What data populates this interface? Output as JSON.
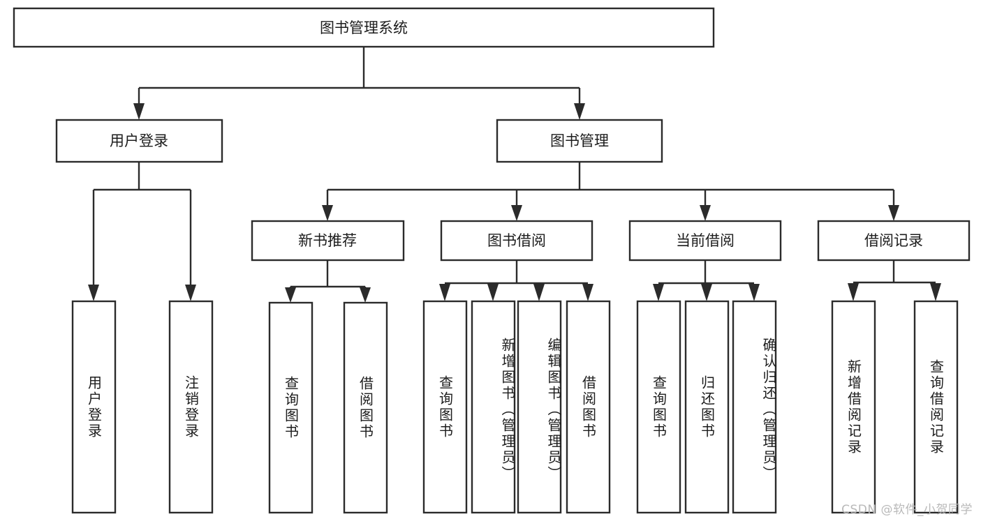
{
  "diagram": {
    "type": "tree-hierarchy-chart",
    "title": "图书管理系统",
    "watermark": "CSDN @软件_小贺同学",
    "colors": {
      "stroke": "#2b2b2b",
      "box_fill": "#ffffff",
      "text": "#1c1c1c",
      "background": "#ffffff",
      "watermark": "#b9b9b9"
    },
    "root": {
      "label": "图书管理系统"
    },
    "level2": [
      {
        "label": "用户登录"
      },
      {
        "label": "图书管理"
      }
    ],
    "level3": [
      {
        "label": "新书推荐"
      },
      {
        "label": "图书借阅"
      },
      {
        "label": "当前借阅"
      },
      {
        "label": "借阅记录"
      }
    ],
    "leaves": {
      "user_login": [
        {
          "label": "用户登录"
        },
        {
          "label": "注销登录"
        }
      ],
      "new_book": [
        {
          "label": "查询图书"
        },
        {
          "label": "借阅图书"
        }
      ],
      "book_borrow": [
        {
          "label": "查询图书"
        },
        {
          "label": "新增图书（管理员）"
        },
        {
          "label": "编辑图书（管理员）"
        },
        {
          "label": "借阅图书"
        }
      ],
      "current_borrow": [
        {
          "label": "查询图书"
        },
        {
          "label": "归还图书"
        },
        {
          "label": "确认归还（管理员）"
        }
      ],
      "borrow_record": [
        {
          "label": "新增借阅记录"
        },
        {
          "label": "查询借阅记录"
        }
      ]
    }
  }
}
